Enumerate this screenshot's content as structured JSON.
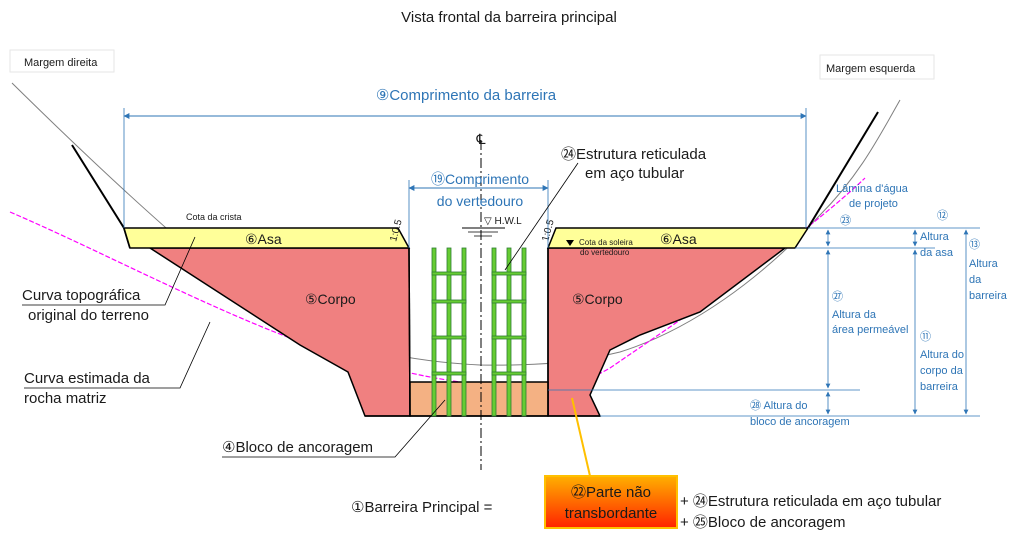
{
  "title": "Vista frontal da barreira principal",
  "banks": {
    "right": "Margem direita",
    "left": "Margem esquerda"
  },
  "dimensions": {
    "barrier_length": "⑨Comprimento da barreira",
    "spillway_length_1": "⑲Comprimento",
    "spillway_length_2": "do vertedouro",
    "design_water_1": "Lâmina d'água",
    "design_water_2": "de projeto",
    "design_water_num": "㉓",
    "wing_height_num": "⑫",
    "wing_height_1": "Altura",
    "wing_height_2": "da asa",
    "barrier_height_num": "⑬",
    "barrier_height_1": "Altura",
    "barrier_height_2": "da",
    "barrier_height_3": "barreira",
    "permeable_num": "㉗",
    "permeable_1": "Altura da",
    "permeable_2": "área permeável",
    "body_height_num": "⑪",
    "body_height_1": "Altura do",
    "body_height_2": "corpo da",
    "body_height_3": "barreira",
    "anchor_height_1": "㉘ Altura do",
    "anchor_height_2": "bloco de ancoragem"
  },
  "labels": {
    "crest": "Cota da crista",
    "slope_left": "1:0.5",
    "slope_right": "1:0.5",
    "centerline": "℄",
    "hwl": "▽ H.W.L",
    "sill_1": "Cota da soleira",
    "sill_2": "do vertedouro",
    "wing_left": "⑥Asa",
    "wing_right": "⑥Asa",
    "body_left": "⑤Corpo",
    "body_right": "⑤Corpo",
    "tubular_1": "㉔Estrutura reticulada",
    "tubular_2": "em aço tubular",
    "topo_1": "Curva topográfica",
    "topo_2": "original do terreno",
    "rock_1": "Curva estimada da",
    "rock_2": "rocha matriz",
    "anchor": "④Bloco de ancoragem"
  },
  "formula": {
    "lhs": "①Barreira Principal =",
    "box_1": "㉒Parte não",
    "box_2": "transbordante",
    "plus_1": "+ ㉔Estrutura reticulada em aço tubular",
    "plus_2": "+ ㉕Bloco de ancoragem"
  },
  "colors": {
    "wing": "#ffff99",
    "body": "#f08080",
    "anchor": "#f4b183",
    "tubular": "#66cc33",
    "dim_blue": "#2e75b6",
    "rock_line": "#ff00ff",
    "callout": "#ffc000",
    "box_top": "#ff9900",
    "box_bottom": "#ff2a00"
  }
}
